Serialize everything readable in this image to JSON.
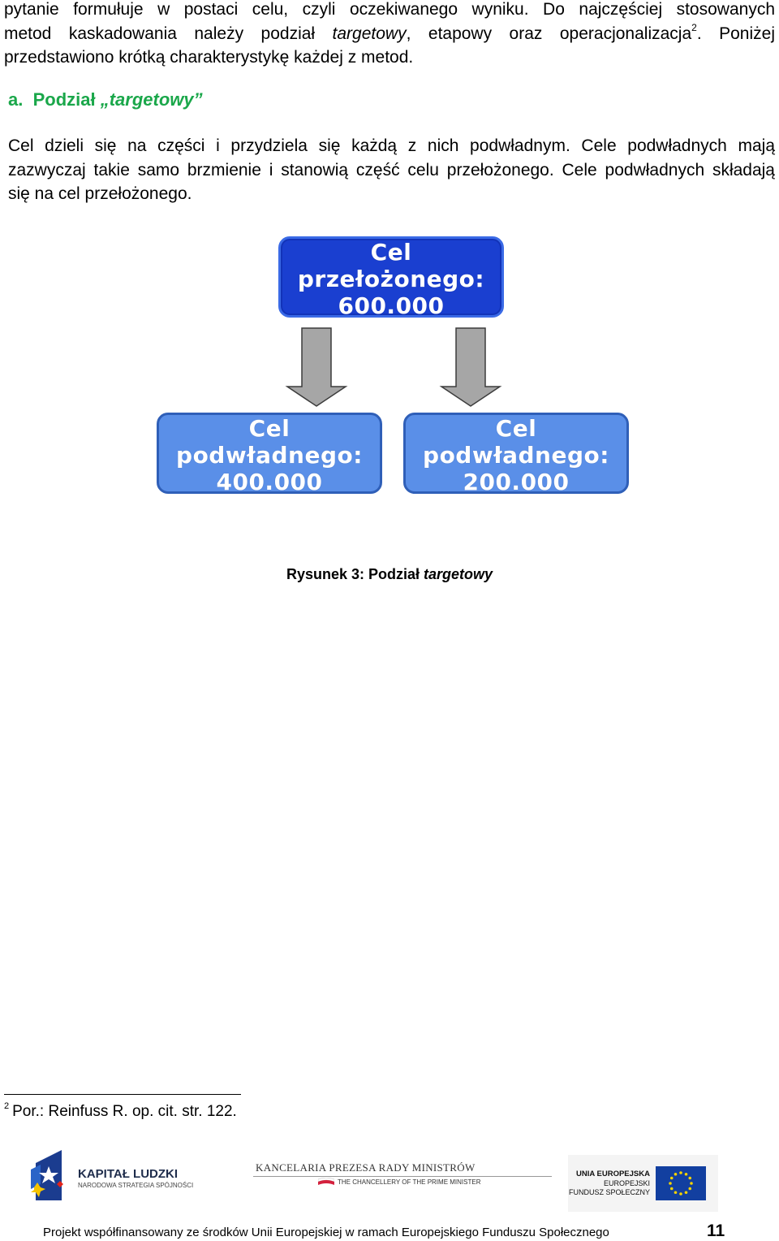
{
  "intro": {
    "line1": "pytanie formułuje w postaci celu, czyli oczekiwanego wyniku. Do najczęściej stosowanych",
    "line2_a": "metod kaskadowania należy podział ",
    "line2_italic": "targetowy",
    "line2_b": ", etapowy oraz operacjonalizacja",
    "line2_sup": "2",
    "line2_c": ". Poniżej",
    "line3": "przedstawiono krótką charakterystykę każdej z metod."
  },
  "section": {
    "marker": "a.",
    "title_a": "Podział ",
    "title_italic": "„targetowy”"
  },
  "body": {
    "line1": "Cel dzieli się na części i przydziela się każdą z nich podwładnym. Cele podwładnych mają",
    "line2": "zazwyczaj takie samo brzmienie i stanowią część celu przełożonego. Cele podwładnych składają",
    "line3": "się na cel przełożonego."
  },
  "diagram": {
    "parent": {
      "line1": "Cel",
      "line2": "przełożonego:",
      "line3": "600.000"
    },
    "child_left": {
      "line1": "Cel",
      "line2": "podwładnego:",
      "line3": "400.000"
    },
    "child_right": {
      "line1": "Cel",
      "line2": "podwładnego:",
      "line3": "200.000"
    },
    "colors": {
      "parent": "#1a3fd0",
      "child": "#5a8fe8",
      "arrow": "#a6a6a6"
    }
  },
  "figure": {
    "caption_a": "Rysunek 3: Podział ",
    "caption_italic": "targetowy"
  },
  "footnote": {
    "number": "2",
    "text": "Por.: Reinfuss R. op. cit. str. 122."
  },
  "logos": {
    "kapital": {
      "title": "KAPITAŁ LUDZKI",
      "subtitle": "NARODOWA STRATEGIA SPÓJNOŚCI"
    },
    "kprm": {
      "title": "KANCELARIA PREZESA RADY MINISTRÓW",
      "subtitle": "THE CHANCELLERY OF THE PRIME MINISTER"
    },
    "ue": {
      "line1": "UNIA EUROPEJSKA",
      "line2": "EUROPEJSKI",
      "line3": "FUNDUSZ SPOŁECZNY"
    }
  },
  "footer": {
    "text": "Projekt współfinansowany ze środków Unii Europejskiej w ramach Europejskiego Funduszu Społecznego",
    "page_number": "11"
  }
}
